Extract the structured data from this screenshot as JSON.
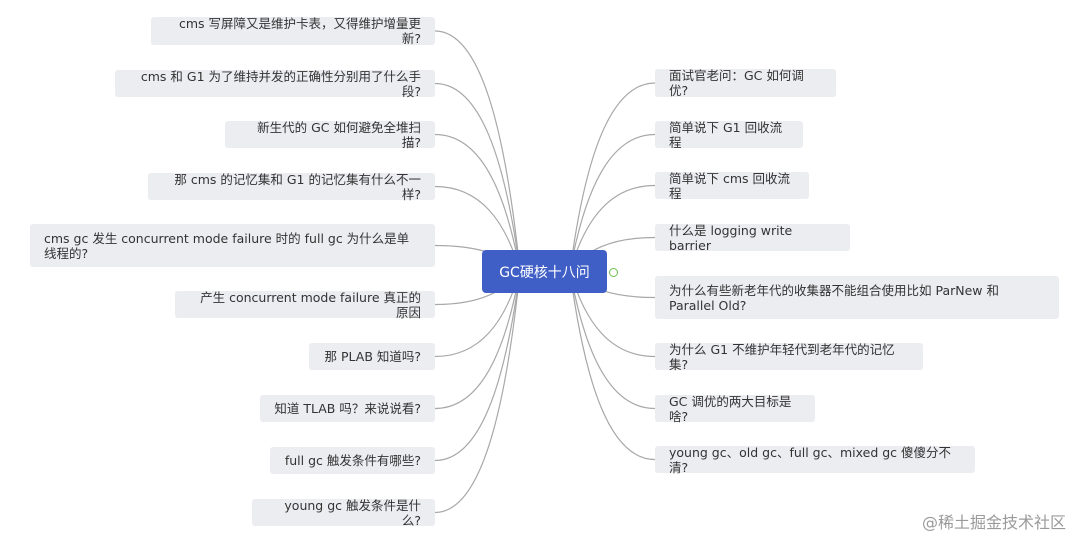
{
  "root": {
    "label": "GC硬核十八问"
  },
  "left_nodes": [
    "cms 写屏障又是维护卡表，又得维护增量更新?",
    "cms 和 G1 为了维持并发的正确性分别用了什么手段?",
    "新生代的 GC 如何避免全堆扫描?",
    "那 cms 的记忆集和 G1 的记忆集有什么不一样?",
    "cms gc 发生 concurrent mode failure 时的 full gc 为什么是单线程的?",
    "产生 concurrent mode failure 真正的原因",
    "那 PLAB 知道吗?",
    "知道 TLAB 吗？来说说看?",
    "full gc 触发条件有哪些?",
    "young gc 触发条件是什么?"
  ],
  "right_nodes": [
    "面试官老问：GC 如何调优?",
    "简单说下 G1 回收流程",
    "简单说下 cms 回收流程",
    "什么是 logging write barrier",
    "为什么有些新老年代的收集器不能组合使用比如 ParNew 和 Parallel Old?",
    "为什么 G1 不维护年轻代到老年代的记忆集?",
    "GC 调优的两大目标是啥?",
    "young gc、old gc、full gc、mixed gc 傻傻分不清?"
  ],
  "watermark": "@稀土掘金技术社区",
  "colors": {
    "root": "#3f5fc6",
    "node": "#ecedf1",
    "link": "#a8a8a8"
  }
}
